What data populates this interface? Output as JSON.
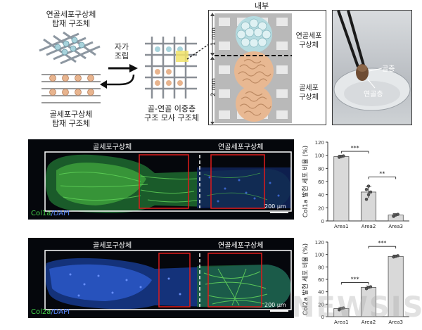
{
  "top": {
    "cartilage_scaffold_label": [
      "연골세포구상체",
      "탑재 구조체"
    ],
    "bone_scaffold_label": [
      "골세포구상체",
      "탑재 구조체"
    ],
    "assembly_label": [
      "자가",
      "조립"
    ],
    "bilayer_label": [
      "골-연골 이중층",
      "구조 모사 구조체"
    ],
    "inner_title": "내부",
    "scale_top": "1 mm",
    "scale_bottom": "2 mm",
    "cartilage_sphere_label": [
      "연골세포",
      "구상체"
    ],
    "bone_sphere_label": [
      "골세포",
      "구상체"
    ],
    "photo_bone": "골층",
    "photo_cartilage": "연골층"
  },
  "panel_col1": {
    "left_title": "골세포구상체",
    "right_title": "연골세포구상체",
    "stain_a": "Col1a",
    "stain_b": "/DAPI",
    "scalebar": "200 μm"
  },
  "panel_col2": {
    "left_title": "골세포구상체",
    "right_title": "연골세포구상체",
    "stain_a": "Col2a",
    "stain_b": "/DAPI",
    "scalebar": "200 μm"
  },
  "watermark": "NEWSIS",
  "chart_data": [
    {
      "type": "bar",
      "title": "",
      "ylabel": "Col1a 발현 세포 비율 (%)",
      "xlabel": "",
      "categories": [
        "Area1",
        "Area2",
        "Area3"
      ],
      "values": [
        98,
        44,
        9
      ],
      "errors": [
        2,
        9,
        2
      ],
      "points": [
        [
          97,
          98,
          99,
          98
        ],
        [
          33,
          40,
          44,
          48,
          53
        ],
        [
          7,
          9,
          10,
          8
        ]
      ],
      "ylim": [
        0,
        120
      ],
      "yticks": [
        0,
        20,
        40,
        60,
        80,
        100,
        120
      ],
      "significance": [
        {
          "from": "Area1",
          "to": "Area2",
          "label": "***"
        },
        {
          "from": "Area2",
          "to": "Area3",
          "label": "**"
        }
      ],
      "bar_color": "#d9d9d9"
    },
    {
      "type": "bar",
      "title": "",
      "ylabel": "Col2a 발현 세포 비율 (%)",
      "xlabel": "",
      "categories": [
        "Area1",
        "Area2",
        "Area3"
      ],
      "values": [
        13,
        47,
        97
      ],
      "errors": [
        2,
        2,
        2
      ],
      "points": [
        [
          11,
          13,
          14
        ],
        [
          45,
          47,
          48
        ],
        [
          96,
          97,
          98
        ]
      ],
      "ylim": [
        0,
        120
      ],
      "yticks": [
        0,
        20,
        40,
        60,
        80,
        100,
        120
      ],
      "significance": [
        {
          "from": "Area1",
          "to": "Area2",
          "label": "***"
        },
        {
          "from": "Area2",
          "to": "Area3",
          "label": "***"
        }
      ],
      "bar_color": "#d9d9d9"
    }
  ]
}
